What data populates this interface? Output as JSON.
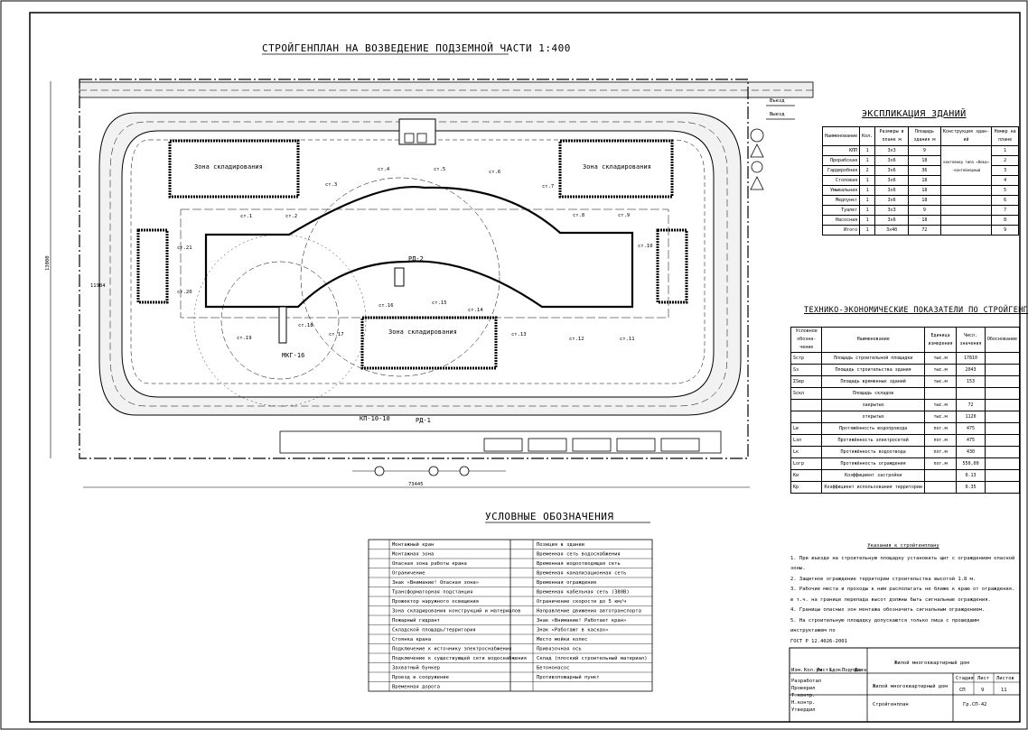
{
  "drawing": {
    "title": "СТРОЙГЕНПЛАН НА ВОЗВЕДЕНИЕ ПОДЗЕМНОЙ ЧАСТИ 1:400",
    "zones": [
      "Зона складирования",
      "Зона складирования",
      "Зона складирования"
    ],
    "cranes": [
      "РД-2",
      "РД-1",
      "КП-10-10",
      "МКГ-16"
    ],
    "labels": [
      "ст.1",
      "ст.2",
      "ст.3",
      "ст.4",
      "ст.5",
      "ст.6",
      "ст.7",
      "ст.8",
      "ст.9",
      "ст.10",
      "ст.11",
      "ст.12",
      "ст.13",
      "ст.14",
      "ст.15",
      "ст.16",
      "ст.17",
      "ст.18",
      "ст.19",
      "ст.20",
      "ст.21"
    ],
    "road_labels": [
      "Въезд",
      "Выезд"
    ],
    "dims": [
      "73445",
      "13080",
      "11984"
    ]
  },
  "explication": {
    "title": "ЭКСПЛИКАЦИЯ ЗДАНИЙ",
    "headers": [
      "Наименование",
      "Кол.",
      "Размеры в плане м",
      "Площадь здания м",
      "Конструкция здан-ий",
      "Номер на плане"
    ],
    "rows": [
      [
        "КПП",
        "1",
        "3х3",
        "9",
        "",
        "1"
      ],
      [
        "Прорабская",
        "1",
        "3х6",
        "18",
        "",
        "2"
      ],
      [
        "Гардеробная",
        "2",
        "3х6",
        "36",
        "",
        "3"
      ],
      [
        "Столовая",
        "1",
        "3х6",
        "18",
        "",
        "4"
      ],
      [
        "Умывальная",
        "1",
        "3х6",
        "18",
        "",
        "5"
      ],
      [
        "Медпункт",
        "1",
        "3х6",
        "18",
        "",
        "6"
      ],
      [
        "Туалет",
        "1",
        "3х3",
        "9",
        "",
        "7"
      ],
      [
        "Насосная",
        "1",
        "3х6",
        "18",
        "",
        "8"
      ],
      [
        "Итого",
        "1",
        "3х40",
        "72",
        "",
        "9"
      ]
    ],
    "construction_note": "контейнер типа «Нева» -контейнерный"
  },
  "tech": {
    "title": "ТЕХНИКО-ЭКОНОМИЧЕСКИЕ ПОКАЗАТЕЛИ ПО СТРОЙГЕНПЛАНУ",
    "headers": [
      "Условное обозна-чение",
      "Наименование",
      "Единица измерения",
      "Числ. значения",
      "Обоснование"
    ],
    "rows": [
      [
        "Sстр",
        "Площадь строительной площадки",
        "тыс.м",
        "17810",
        ""
      ],
      [
        "Sз",
        "Площадь строительства здания",
        "тыс.м",
        "2043",
        ""
      ],
      [
        "ΣSвр",
        "Площадь временных зданий",
        "тыс.м",
        "153",
        ""
      ],
      [
        "Sскл",
        "Площадь складов",
        "",
        "",
        ""
      ],
      [
        "",
        "закрытых",
        "тыс.м",
        "72",
        ""
      ],
      [
        "",
        "открытых",
        "тыс.м",
        "1120",
        ""
      ],
      [
        "Lв",
        "Протяжённость водопровода",
        "пог.м",
        "475",
        ""
      ],
      [
        "Lэл",
        "Протяжённость электросетей",
        "пог.м",
        "475",
        ""
      ],
      [
        "Lк",
        "Протяжённость водоотвода",
        "пог.м",
        "430",
        ""
      ],
      [
        "Lогр",
        "Протяжённость ограждения",
        "пог.м",
        "550,00",
        ""
      ],
      [
        "Kи",
        "Коэффициент застройки",
        "",
        "0.13",
        ""
      ],
      [
        "Kр",
        "Коэффициент использования территории",
        "",
        "0.35",
        ""
      ]
    ]
  },
  "legend": {
    "title": "УСЛОВНЫЕ ОБОЗНАЧЕНИЯ",
    "left": [
      "Монтажный кран",
      "Монтажная зона",
      "Опасная зона работы крана",
      "Ограничение",
      "Знак «Внимание! Опасная зона»",
      "Трансформаторная подстанция",
      "Прожектор наружного освещения",
      "Зона складирования конструкций и материалов",
      "Пожарный гидрант",
      "Складской площадь/территория",
      "Стоянка крана",
      "Подключение к источнику электроснабжения",
      "Подключение к существующей сети водоснабжения",
      "Захватный бункер",
      "Проезд в сооружение",
      "Временная дорога"
    ],
    "right": [
      "Позиция в здании",
      "Временная сеть водоснабжения",
      "Временная водоотводящая сеть",
      "Временная канализационная сеть",
      "Временная ограждения",
      "Временная кабельная сеть (380B)",
      "Ограничение скорости до 5 км/ч",
      "Направление движения автотранспорта",
      "Знак «Внимание! Работает кран»",
      "Знак «Работают в касках»",
      "Место мойки колес",
      "Привязочная ось",
      "Склад (плоский строительный материал)",
      "Бетононасос",
      "Противопожарный пункт"
    ]
  },
  "notes": {
    "title": "Указания к стройгенплану",
    "items": [
      "1. При въезде на строительную площадку установить щит с ограждением опасной зоны.",
      "2. Защитное ограждение территории строительства высотой 1.8 м.",
      "3. Рабочие места и проходы к ним располагать не ближе к краю от ограждения.",
      "   в т.ч. на границе перепада высот должны быть сигнальные ограждения.",
      "4. Границы опасных зон монтажа обозначить сигнальным ограждением.",
      "5. На строительную площадку допускаются только лица с прошедшим инструктажем по",
      "   ГОСТ Р 12.4026-2001"
    ]
  },
  "stamp": {
    "company": "Жилой многоквартирный дом",
    "sheet_title": "Стройгенплан",
    "stage": "СП",
    "sheet": "9",
    "sheets": "11",
    "cols": [
      "Изм.",
      "Кол.уч",
      "Лист",
      "№док.",
      "Подпись",
      "Дата"
    ],
    "roles": [
      "Разработал",
      "Проверил",
      "Т.контр.",
      "Н.контр.",
      "Утвердил"
    ],
    "header_labels": [
      "Стадия",
      "Лист",
      "Листов"
    ],
    "org": "Гр.СП-42"
  }
}
